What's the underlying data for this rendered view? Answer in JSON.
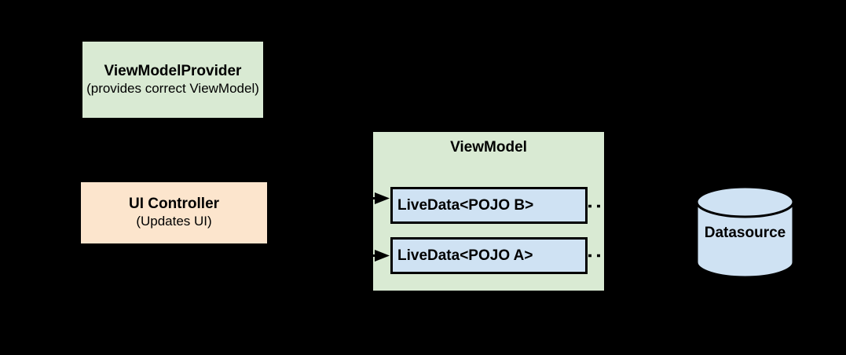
{
  "colors": {
    "bg": "#000000",
    "ink": "#000000",
    "green": "#d9ead3",
    "orange": "#fce5cd",
    "blue": "#cfe2f3"
  },
  "nodes": {
    "view_model_provider": {
      "title": "ViewModelProvider",
      "subtitle": "(provides correct ViewModel)"
    },
    "ui_controller": {
      "title": "UI Controller",
      "subtitle": "(Updates UI)"
    },
    "view_model": {
      "title": "ViewModel"
    },
    "livedata_b": {
      "label": "LiveData<POJO B>"
    },
    "livedata_a": {
      "label": "LiveData<POJO A>"
    },
    "datasource": {
      "label": "Datasource"
    }
  }
}
